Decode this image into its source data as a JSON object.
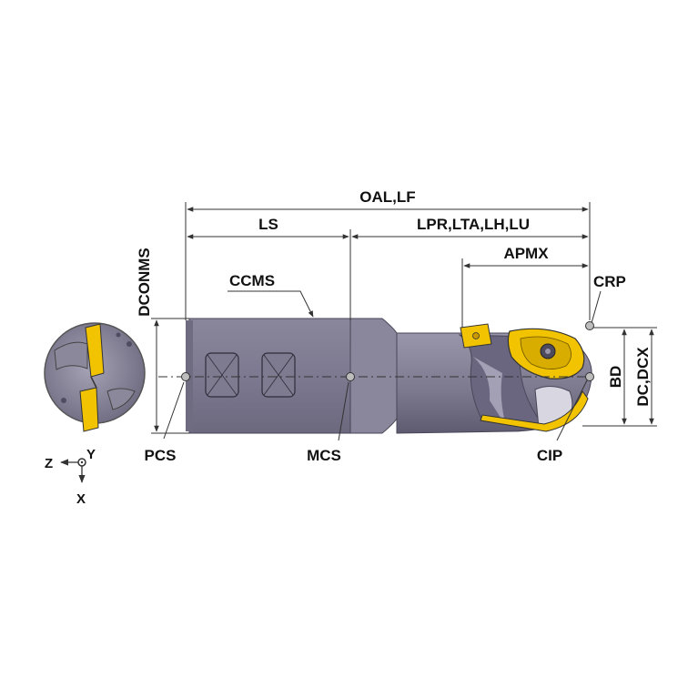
{
  "labels": {
    "oal_lf": "OAL,LF",
    "ls": "LS",
    "lpr_lta_lh_lu": "LPR,LTA,LH,LU",
    "apmx": "APMX",
    "crp": "CRP",
    "dconms": "DCONMS",
    "ccms": "CCMS",
    "bd": "BD",
    "dc_dcx": "DC,DCX",
    "pcs": "PCS",
    "mcs": "MCS",
    "cip": "CIP",
    "axis_z": "Z",
    "axis_y": "Y",
    "axis_x": "X"
  },
  "colors": {
    "body_gray": "#7f7b8f",
    "body_dark": "#5f5b70",
    "body_light": "#a9a5b8",
    "insert_yellow": "#f2c300",
    "line": "#333333"
  }
}
